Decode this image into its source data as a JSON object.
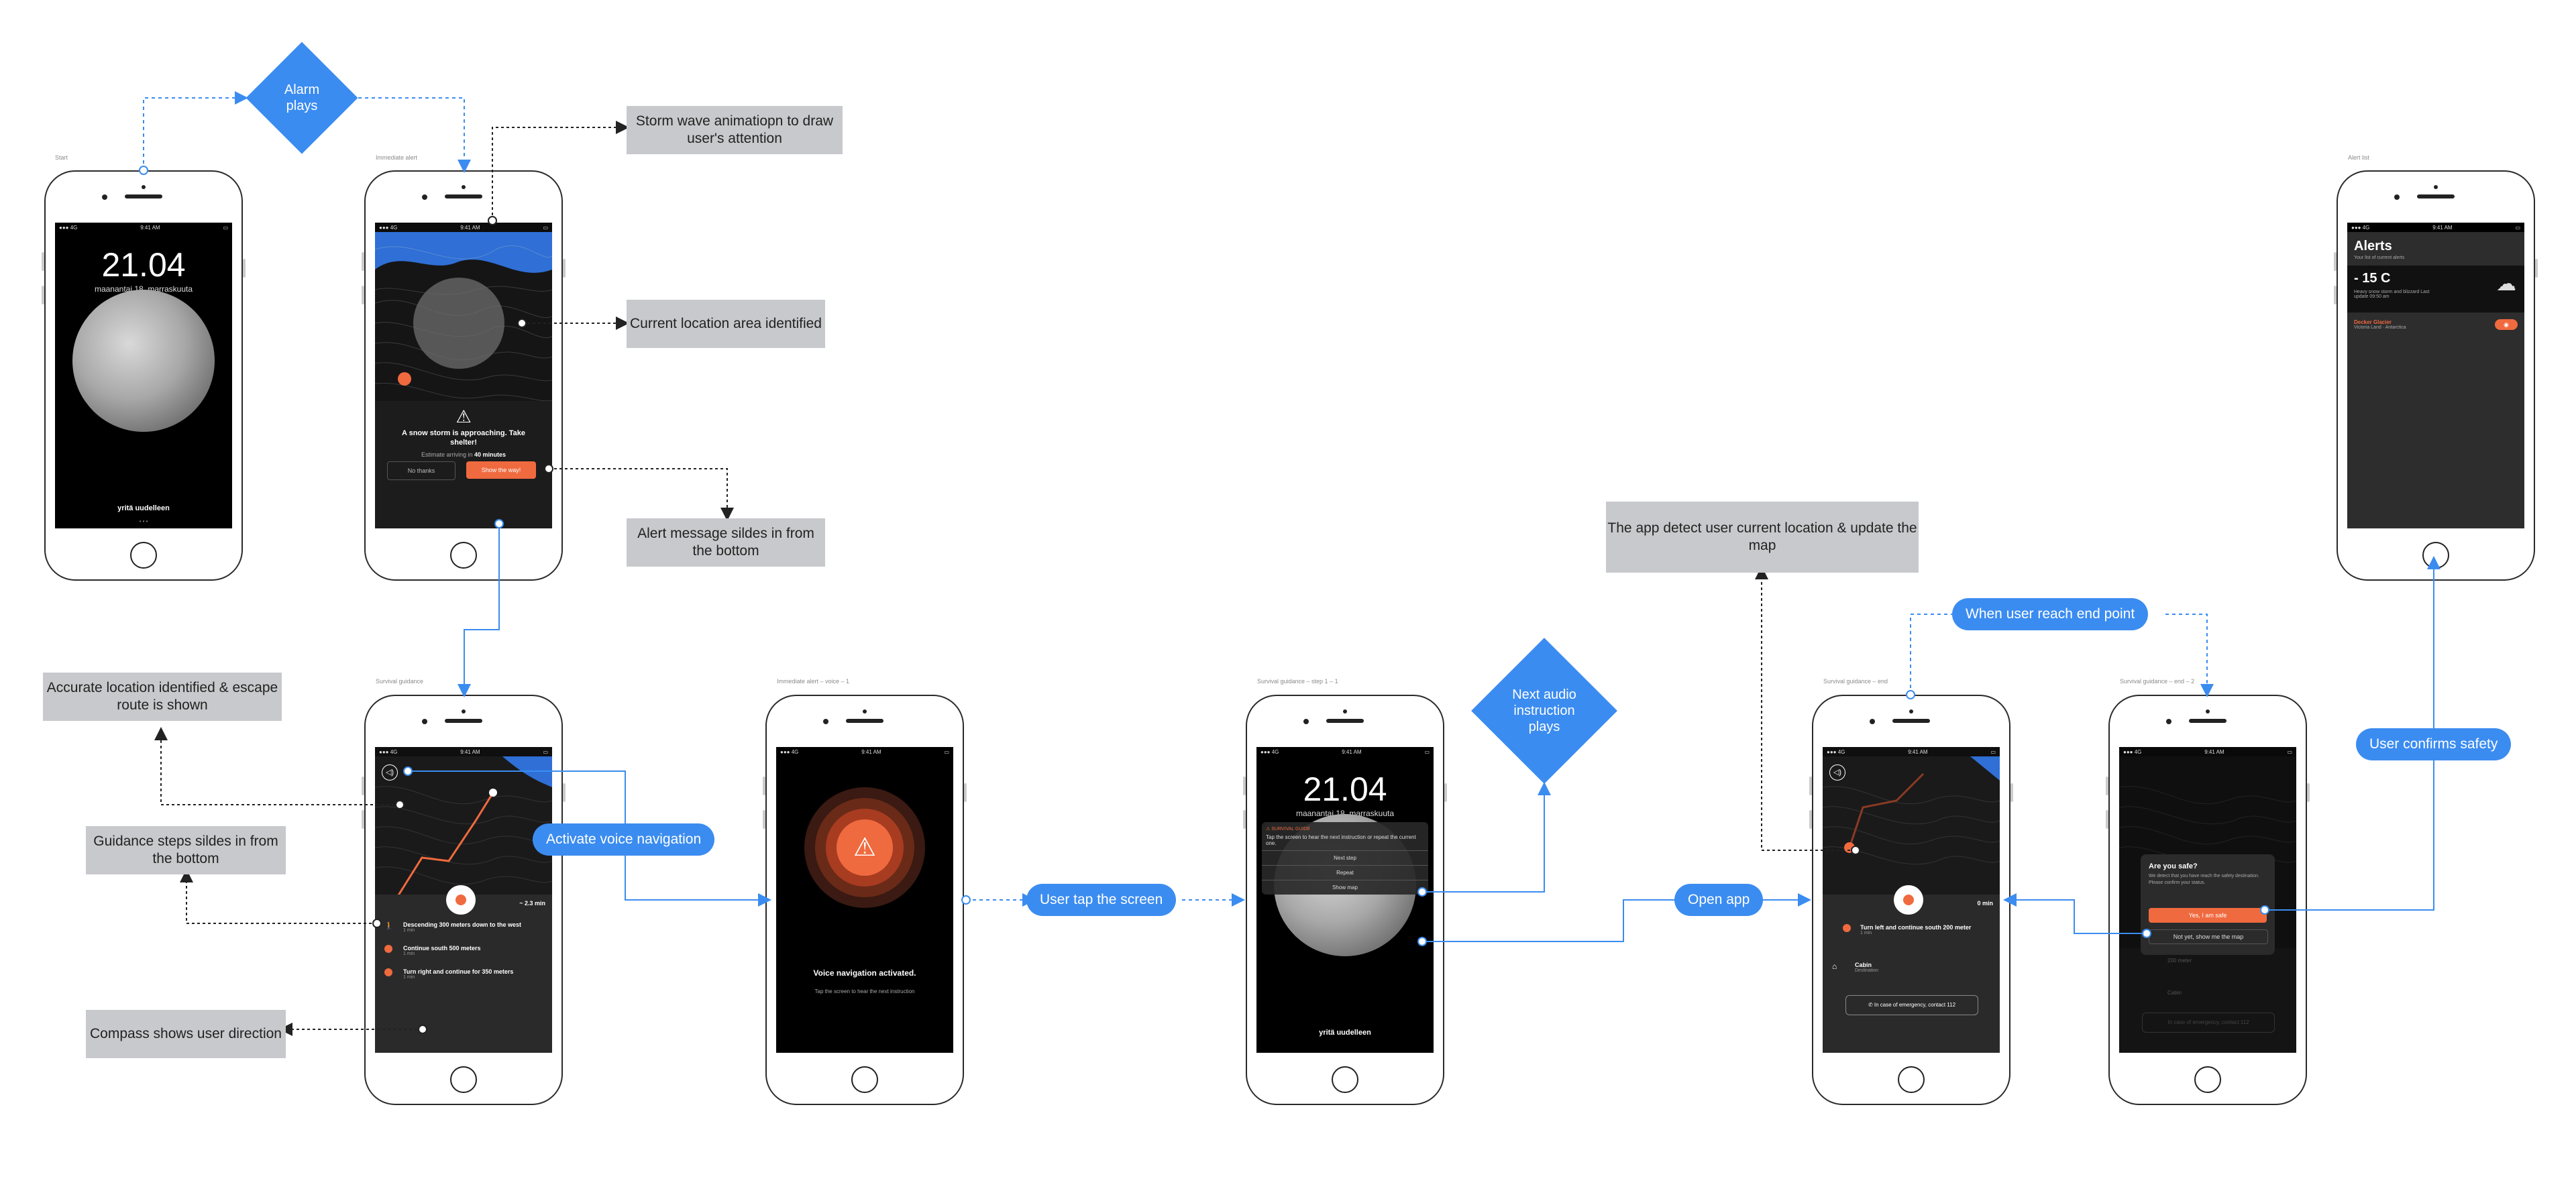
{
  "screens": {
    "start": {
      "caption": "Start",
      "time": "21.04",
      "date": "maanantai 18. marraskuuta",
      "bottom": "yritä uudelleen"
    },
    "immediate_alert": {
      "caption": "Immediate alert",
      "alert_title": "A snow storm is approaching. Take shelter!",
      "eta_prefix": "Estimate arriving in",
      "eta_value": "40 minutes",
      "no_thanks": "No thanks",
      "show_way": "Show the way!"
    },
    "survival_guidance": {
      "caption": "Survival guidance",
      "distance": "~ 2.3 min",
      "steps": [
        {
          "title": "Descending 300 meters down to the west",
          "sub": "1 min"
        },
        {
          "title": "Continue south 500 meters",
          "sub": "1 min"
        },
        {
          "title": "Turn right and continue for 350 meters",
          "sub": "1 min"
        }
      ]
    },
    "voice": {
      "caption": "Immediate alert – voice – 1",
      "title": "Voice navigation activated.",
      "sub": "Tap the screen to hear the next instruction"
    },
    "step": {
      "caption": "Survival guidance – step 1 – 1",
      "time": "21.04",
      "date": "maanantai 18. marraskuuta",
      "notice": "Tap the screen to hear the next instruction or repeat the current one.",
      "next": "Next step",
      "repeat": "Repeat",
      "map": "Show map",
      "bottom": "yritä uudelleen"
    },
    "end": {
      "caption": "Survival guidance – end",
      "distance": "0 min",
      "step_title": "Turn left and continue south 200 meter",
      "step_sub": "1 min",
      "dest_title": "Cabin",
      "dest_sub": "Destination",
      "emergency": "In case of emergency, contact 112"
    },
    "end2": {
      "caption": "Survival guidance – end – 2",
      "modal_title": "Are you safe?",
      "modal_text": "We detect that you have reach the safety destination. Please confirm your status.",
      "yes": "Yes, I am safe",
      "not_yet": "Not yet, show me the map",
      "emergency": "In case of emergency, contact 112",
      "dest_title": "Cabin",
      "step_title": "200 meter"
    },
    "alert_list": {
      "caption": "Alert list",
      "title": "Alerts",
      "subtitle": "Your list of current alerts",
      "temp": "- 15 C",
      "temp_desc": "Heavy snow storm and blizzard Last update 09:50 am",
      "item_title": "Decker Glacier",
      "item_sub": "Victoria Land · Antarctica"
    }
  },
  "notes": {
    "storm_wave": "Storm wave animatiopn to draw user's attention",
    "current_location": "Current location area identified",
    "alert_message": "Alert message sildes in from the bottom",
    "accurate_location": "Accurate location identified & escape route is shown",
    "guidance_steps": "Guidance steps sildes in from the bottom",
    "compass": "Compass shows user direction",
    "app_detect": "The app detect user current location & update the map"
  },
  "diamonds": {
    "alarm": "Alarm plays",
    "next_audio": "Next audio instruction plays"
  },
  "pills": {
    "activate_voice": "Activate voice navigation",
    "user_tap": "User tap the screen",
    "open_app": "Open app",
    "reach_end": "When user reach end point",
    "confirms_safety": "User confirms safety"
  },
  "colors": {
    "blue": "#3b8cf0",
    "orange": "#f06a3f",
    "note_gray": "#c8c9cc",
    "screen_dark": "#111111"
  }
}
